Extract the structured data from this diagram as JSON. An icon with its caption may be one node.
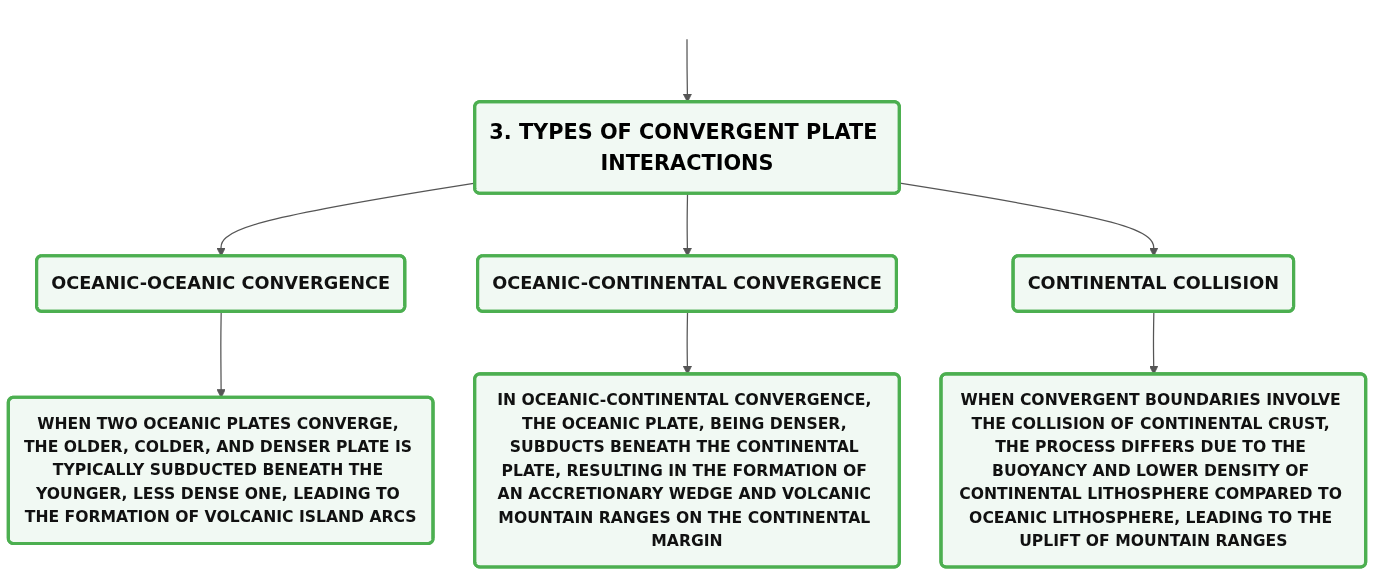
{
  "diagram": {
    "nodes": [
      {
        "text": [
          "3. TYPES OF CONVERGENT PLATE INTERACTIONS"
        ]
      },
      {
        "text": [
          "OCEANIC-OCEANIC CONVERGENCE"
        ]
      },
      {
        "text": [
          "OCEANIC-CONTINENTAL CONVERGENCE"
        ]
      },
      {
        "text": [
          "CONTINENTAL COLLISION"
        ]
      },
      {
        "text": [
          "WHEN TWO OCEANIC PLATES CONVERGE, THE OLDER, COLDER, AND DENSER PLATE IS TYPICALLY SUBDUCTED BENEATH THE YOUNGER, LESS DENSE ONE, LEADING TO THE FORMATION OF VOLCANIC ISLAND ARCS"
        ]
      },
      {
        "text": [
          "IN OCEANIC-CONTINENTAL CONVERGENCE, THE OCEANIC PLATE, BEING DENSER, SUBDUCTS BENEATH THE CONTINENTAL PLATE, RESULTING IN THE FORMATION OF AN ACCRETIONARY WEDGE AND VOLCANIC MOUNTAIN RANGES ON THE CONTINENTAL MARGIN"
        ]
      },
      {
        "text": [
          "WHEN CONVERGENT BOUNDARIES INVOLVE THE COLLISION OF CONTINENTAL CRUST, THE PROCESS DIFFERS DUE TO THE BUOYANCY AND LOWER DENSITY OF CONTINENTAL LITHOSPHERE COMPARED TO OCEANIC LITHOSPHERE, LEADING TO THE UPLIFT OF MOUNTAIN RANGES"
        ]
      }
    ],
    "edges": [
      {
        "from": null,
        "to": 0,
        "arrow": "to"
      },
      {
        "from": 0,
        "to": 1,
        "arrow": "to"
      },
      {
        "from": 0,
        "to": 2,
        "arrow": "to"
      },
      {
        "from": 0,
        "to": 3,
        "arrow": "to"
      },
      {
        "from": 1,
        "to": 4,
        "arrow": "to"
      },
      {
        "from": 2,
        "to": 5,
        "arrow": "to"
      },
      {
        "from": 3,
        "to": 6,
        "arrow": "to"
      }
    ]
  }
}
